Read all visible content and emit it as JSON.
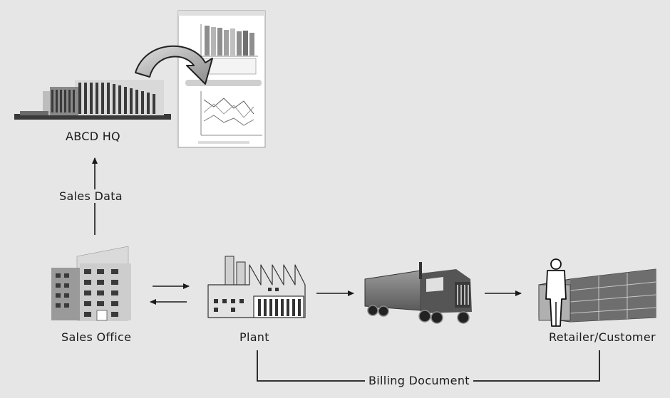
{
  "diagram": {
    "nodes": {
      "hq": "ABCD HQ",
      "sales_office": "Sales Office",
      "plant": "Plant",
      "retailer": "Retailer/Customer"
    },
    "edges": {
      "sales_data": "Sales Data",
      "billing": "Billing Document"
    }
  },
  "colors": {
    "background": "#e6e6e6",
    "ink": "#1a1a1a",
    "icon_dark": "#3a3a3a",
    "icon_mid": "#7a7a7a",
    "icon_light": "#bdbdbd"
  }
}
